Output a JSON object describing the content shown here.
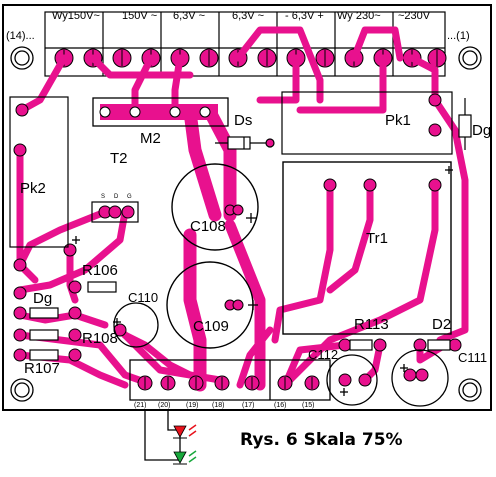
{
  "header_labels": {
    "left_terminal": "(14)...",
    "wy150": "Wy150V~",
    "v150": "150V ~",
    "v63a": "6,3V ~",
    "v63b": "6,3V ~",
    "v63c": "- 6,3V +",
    "wy230": "Wy 230~",
    "v230": "~230V",
    "right_terminal": "...(1)"
  },
  "bottom_pins": [
    "(21)",
    "(20)",
    "(19)",
    "(18)",
    "(17)",
    "(16)",
    "(15)"
  ],
  "components": {
    "Pk1": "Pk1",
    "Pk2": "Pk2",
    "M2": "M2",
    "T2": "T2",
    "Ds": "Ds",
    "Dg_right": "Dg",
    "Dg_left": "Dg",
    "C108": "C108",
    "C109": "C109",
    "C110": "C110",
    "C111": "C111",
    "C112": "C112",
    "Tr1": "Tr1",
    "R106": "R106",
    "R107": "R107",
    "R108": "R108",
    "R113": "R113",
    "D2": "D2",
    "t2_pins": [
      "S",
      "D",
      "G"
    ]
  },
  "caption": "Rys. 6 Skala 75%",
  "colors": {
    "trace": "#e8118e",
    "outline": "#000000",
    "led_red": "#e8121c",
    "led_green": "#18a83c"
  }
}
